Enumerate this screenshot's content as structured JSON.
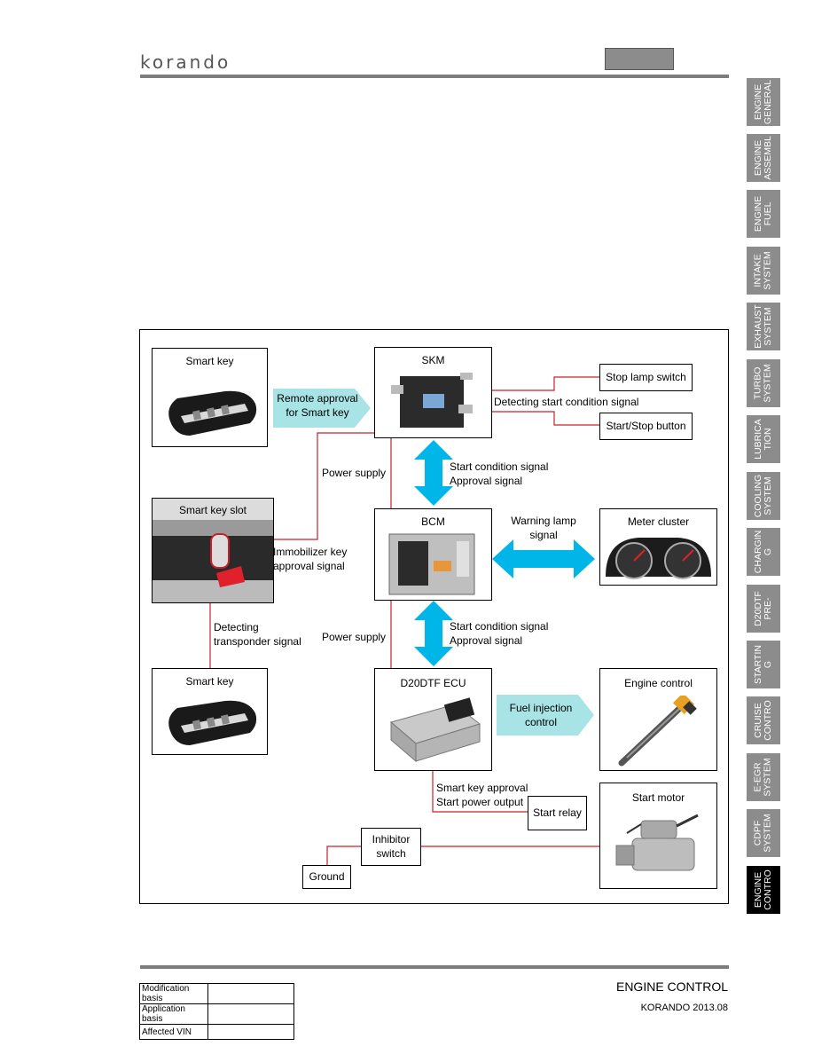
{
  "header": {
    "logo": "korando"
  },
  "side_tabs": [
    {
      "label": "ENGINE\nGENERAL",
      "active": false
    },
    {
      "label": "ENGINE\nASSEMBL",
      "active": false
    },
    {
      "label": "ENGINE\nFUEL",
      "active": false
    },
    {
      "label": "INTAKE\nSYSTEM",
      "active": false
    },
    {
      "label": "EXHAUST\nSYSTEM",
      "active": false
    },
    {
      "label": "TURBO\nSYSTEM",
      "active": false
    },
    {
      "label": "LUBRICA\nTION",
      "active": false
    },
    {
      "label": "COOLING\nSYSTEM",
      "active": false
    },
    {
      "label": "CHARGIN\nG",
      "active": false
    },
    {
      "label": "D20DTF\nPRE-",
      "active": false
    },
    {
      "label": "STARTIN\nG",
      "active": false
    },
    {
      "label": "CRUISE\nCONTRO",
      "active": false
    },
    {
      "label": "E-EGR\nSYSTEM",
      "active": false
    },
    {
      "label": "CDPF\nSYSTEM",
      "active": false
    },
    {
      "label": "ENGINE\nCONTRO",
      "active": true
    }
  ],
  "diagram": {
    "smart_key_top": "Smart key",
    "remote_approval": [
      "Remote approval",
      "for Smart key"
    ],
    "skm": "SKM",
    "stop_lamp_switch": "Stop lamp switch",
    "detecting_start_condition": "Detecting start condition signal",
    "start_stop_button": "Start/Stop button",
    "power_supply_1": "Power supply",
    "start_condition_1": [
      "Start condition signal",
      "Approval signal"
    ],
    "smart_key_slot": "Smart key slot",
    "immobilizer": [
      "Immobilizer key",
      "approval signal"
    ],
    "bcm": "BCM",
    "warning_lamp": [
      "Warning lamp",
      "signal"
    ],
    "meter_cluster": "Meter cluster",
    "detecting_transponder": [
      "Detecting",
      "transponder signal"
    ],
    "power_supply_2": "Power supply",
    "start_condition_2": [
      "Start condition signal",
      "Approval signal"
    ],
    "smart_key_bottom": "Smart key",
    "ecu": "D20DTF ECU",
    "fuel_injection": [
      "Fuel injection",
      "control"
    ],
    "engine_control": "Engine control",
    "smart_key_approval": [
      "Smart key approval",
      "Start power output"
    ],
    "start_relay": "Start relay",
    "start_motor": "Start motor",
    "inhibitor_switch": [
      "Inhibitor",
      "switch"
    ],
    "ground": "Ground"
  },
  "footer": {
    "title": "ENGINE CONTROL",
    "subtitle": "KORANDO 2013.08",
    "basis_rows": [
      {
        "label": "Modification basis",
        "value": ""
      },
      {
        "label": "Application basis",
        "value": ""
      },
      {
        "label": "Affected VIN",
        "value": ""
      }
    ]
  }
}
